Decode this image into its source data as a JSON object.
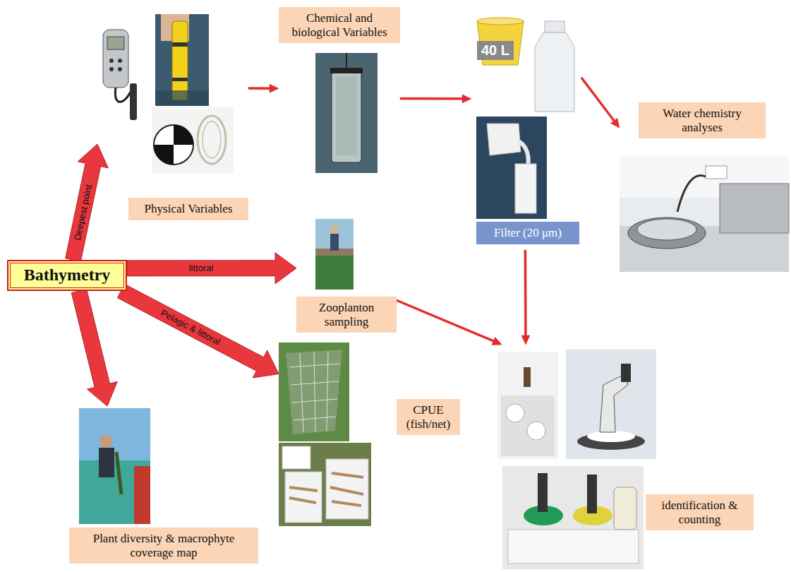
{
  "diagram": {
    "nodes": [
      {
        "text": [
          "Bathymetry"
        ]
      },
      {
        "text": [
          "Physical Variables"
        ]
      },
      {
        "text": [
          "Chemical and biological Variables"
        ]
      },
      {
        "text": [
          "Filter (20 μm)"
        ]
      },
      {
        "text": [
          "Water chemistry analyses"
        ]
      },
      {
        "text": [
          "Zooplanton sampling"
        ]
      },
      {
        "text": [
          "CPUE (fish/net)"
        ]
      },
      {
        "text": [
          "Plant diversity & macrophyte coverage map"
        ]
      },
      {
        "text": [
          "identification & counting"
        ]
      }
    ],
    "edges": [
      {
        "from": 0,
        "to": 1,
        "arrow": "to",
        "label": "Deepest point"
      },
      {
        "from": 0,
        "to": 5,
        "arrow": "to",
        "label": "littoral"
      },
      {
        "from": 0,
        "to": 6,
        "arrow": "to",
        "label": "Pelagic & littoral"
      },
      {
        "from": 0,
        "to": 7,
        "arrow": "to"
      },
      {
        "from": 1,
        "to": 2,
        "arrow": "to"
      },
      {
        "from": 2,
        "to": 3,
        "arrow": "to"
      },
      {
        "from": 3,
        "to": 4,
        "arrow": "to"
      },
      {
        "from": 3,
        "to": 8,
        "arrow": "to"
      },
      {
        "from": 5,
        "to": 8,
        "arrow": "to"
      }
    ],
    "labels": [
      "40 L"
    ]
  }
}
